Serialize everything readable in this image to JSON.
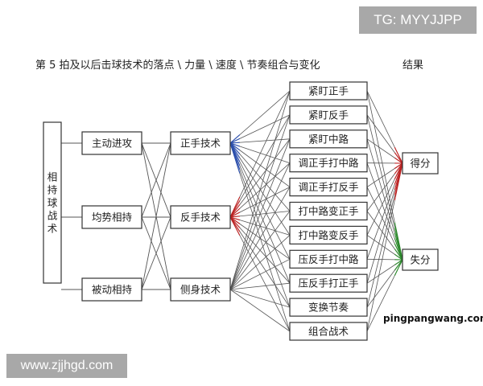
{
  "watermark_top": "TG: MYYJJPP",
  "watermark_bottom": "www.zjjhgd.com",
  "title": "第 5 拍及以后击球技术的落点 \\ 力量 \\ 速度 \\ 节奏组合与变化",
  "result_label": "结果",
  "site_label": "pingpangwang.com",
  "colors": {
    "line": "#555555",
    "blue_accent": "#2a4fb0",
    "red_accent": "#c02020",
    "green_accent": "#2a8a2a"
  },
  "root": {
    "label": "相持球战术"
  },
  "situations": [
    {
      "label": "主动进攻"
    },
    {
      "label": "均势相持"
    },
    {
      "label": "被动相持"
    }
  ],
  "techniques": [
    {
      "label": "正手技术"
    },
    {
      "label": "反手技术"
    },
    {
      "label": "侧身技术"
    }
  ],
  "tactics": [
    {
      "label": "紧盯正手"
    },
    {
      "label": "紧盯反手"
    },
    {
      "label": "紧盯中路"
    },
    {
      "label": "调正手打中路"
    },
    {
      "label": "调正手打反手"
    },
    {
      "label": "打中路变正手"
    },
    {
      "label": "打中路变反手"
    },
    {
      "label": "压反手打中路"
    },
    {
      "label": "压反手打正手"
    },
    {
      "label": "变换节奏"
    },
    {
      "label": "组合战术"
    }
  ],
  "results": [
    {
      "label": "得分"
    },
    {
      "label": "失分"
    }
  ]
}
